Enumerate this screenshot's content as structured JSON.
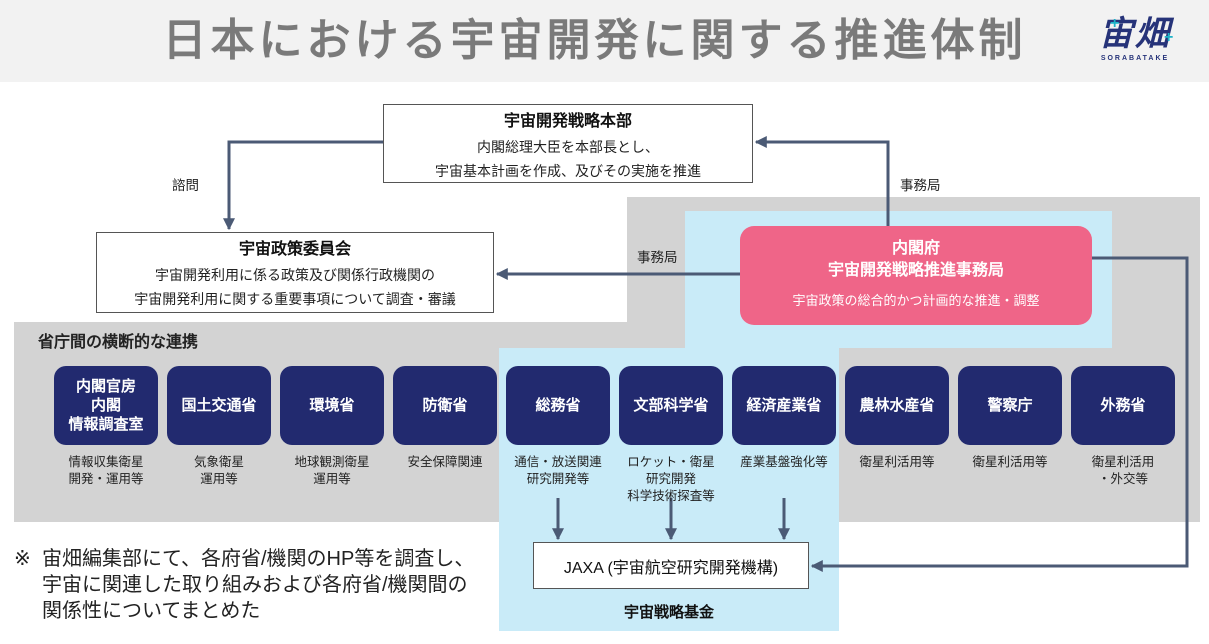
{
  "header": {
    "title": "日本における宇宙開発に関する推進体制"
  },
  "logo": {
    "text": "宙畑",
    "subtitle": "SORABATAKE"
  },
  "hq": {
    "title": "宇宙開発戦略本部",
    "line1": "内閣総理大臣を本部長とし、",
    "line2": "宇宙基本計画を作成、及びその実施を推進"
  },
  "committee": {
    "title": "宇宙政策委員会",
    "line1": "宇宙開発利用に係る政策及び関係行政機関の",
    "line2": "宇宙開発利用に関する重要事項について調査・審議"
  },
  "secretariat": {
    "title": "内閣府\n宇宙開発戦略推進事務局",
    "subtitle": "宇宙政策の総合的かつ計画的な推進・調整"
  },
  "labels": {
    "advisory": "諮問",
    "secretariat_top": "事務局",
    "secretariat_left": "事務局"
  },
  "section_label": "省庁間の横断的な連携",
  "ministries": [
    {
      "name": "内閣官房\n内閣\n情報調査室",
      "desc": "情報収集衛星\n開発・運用等"
    },
    {
      "name": "国土交通省",
      "desc": "気象衛星\n運用等"
    },
    {
      "name": "環境省",
      "desc": "地球観測衛星\n運用等"
    },
    {
      "name": "防衛省",
      "desc": "安全保障関連"
    },
    {
      "name": "総務省",
      "desc": "通信・放送関連\n研究開発等"
    },
    {
      "name": "文部科学省",
      "desc": "ロケット・衛星\n研究開発\n科学技術探査等"
    },
    {
      "name": "経済産業省",
      "desc": "産業基盤強化等"
    },
    {
      "name": "農林水産省",
      "desc": "衛星利活用等"
    },
    {
      "name": "警察庁",
      "desc": "衛星利活用等"
    },
    {
      "name": "外務省",
      "desc": "衛星利活用\n・外交等"
    }
  ],
  "jaxa": "JAXA (宇宙航空研究開発機構)",
  "fund": "宇宙戦略基金",
  "footnote": {
    "mark": "※",
    "text": "宙畑編集部にて、各府省/機関のHP等を調査し、\n宇宙に関連した取り組みおよび各府省/機関間の\n関係性についてまとめた"
  },
  "colors": {
    "header_bg": "#f2f2f2",
    "title_text": "#7a7a7a",
    "ministry_navy": "#222a6f",
    "secretariat_pink": "#ef6588",
    "strategy_fund_blue": "#c9ebf8",
    "cross_ministry_gray": "#d3d3d3",
    "connector": "#4b5a75",
    "logo_navy": "#263379",
    "logo_accent": "#1db3c8"
  }
}
